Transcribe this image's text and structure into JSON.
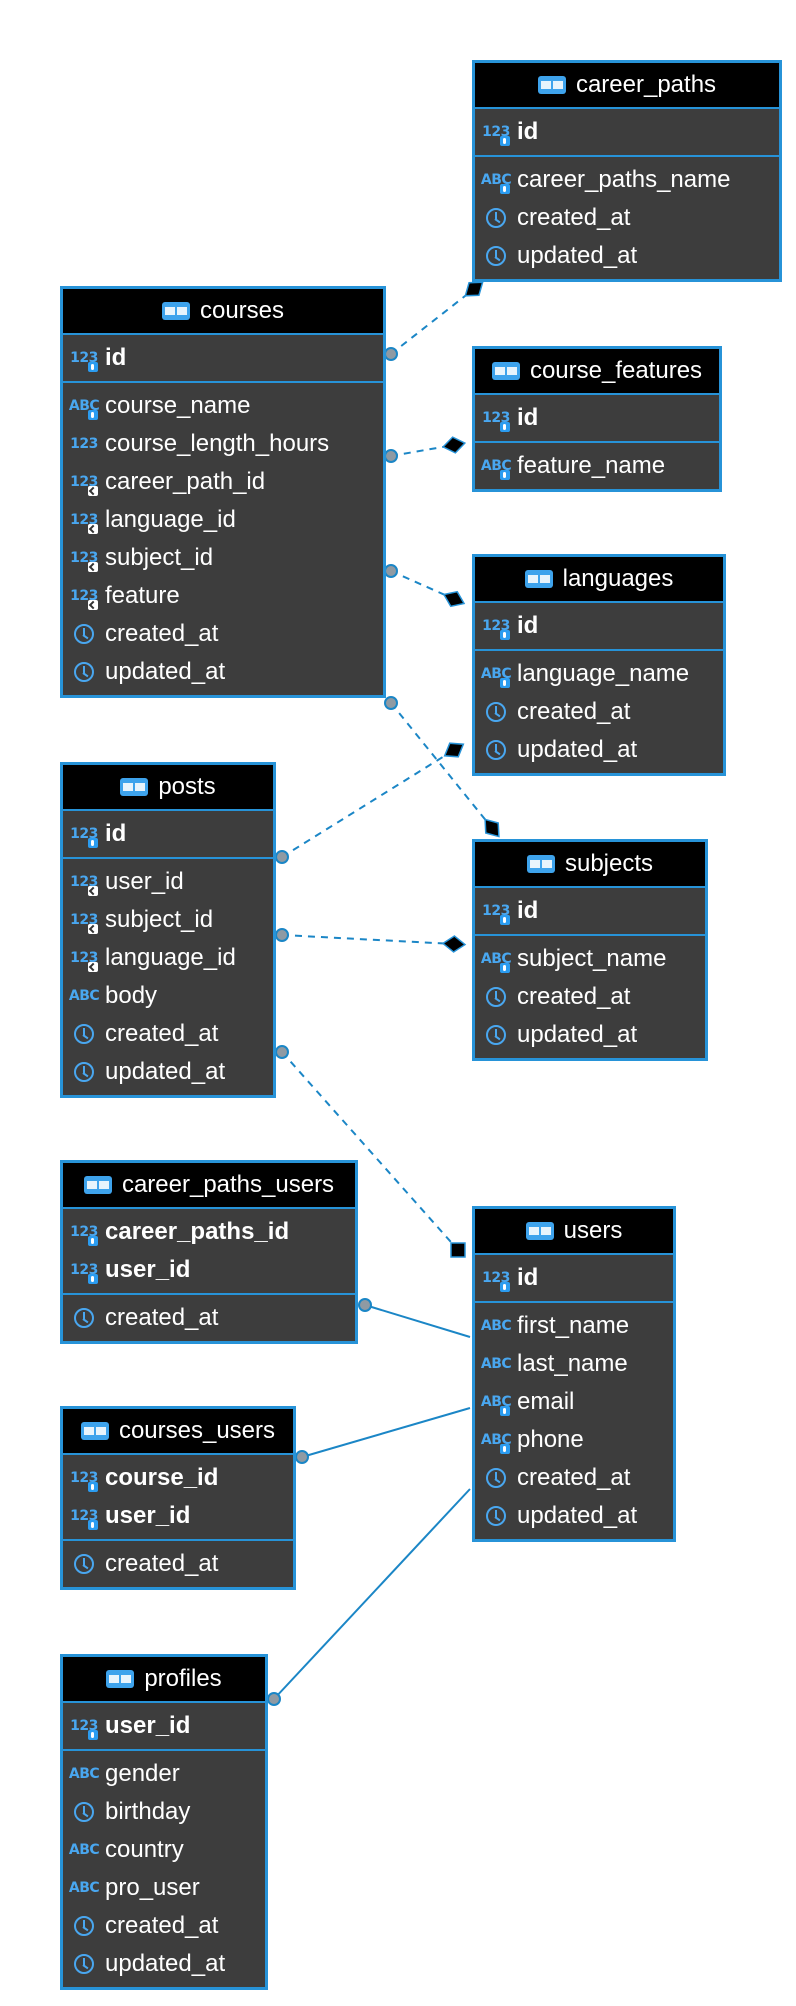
{
  "theme": {
    "line": "#1b86c6",
    "border": "#2793d8",
    "body": "#3d3d3d",
    "header": "#000000",
    "icon": "#49a7f0"
  },
  "tables": [
    {
      "id": "career_paths",
      "name": "career_paths",
      "sections": [
        [
          {
            "name": "id",
            "type": "num",
            "badge": "key",
            "bold": true
          }
        ],
        [
          {
            "name": "career_paths_name",
            "type": "text",
            "badge": "key"
          },
          {
            "name": "created_at",
            "type": "time"
          },
          {
            "name": "updated_at",
            "type": "time"
          }
        ]
      ]
    },
    {
      "id": "courses",
      "name": "courses",
      "sections": [
        [
          {
            "name": "id",
            "type": "num",
            "badge": "key",
            "bold": true
          }
        ],
        [
          {
            "name": "course_name",
            "type": "text",
            "badge": "key"
          },
          {
            "name": "course_length_hours",
            "type": "num"
          },
          {
            "name": "career_path_id",
            "type": "num",
            "badge": "fk"
          },
          {
            "name": "language_id",
            "type": "num",
            "badge": "fk"
          },
          {
            "name": "subject_id",
            "type": "num",
            "badge": "fk"
          },
          {
            "name": "feature",
            "type": "num",
            "badge": "fk"
          },
          {
            "name": "created_at",
            "type": "time"
          },
          {
            "name": "updated_at",
            "type": "time"
          }
        ]
      ]
    },
    {
      "id": "course_features",
      "name": "course_features",
      "sections": [
        [
          {
            "name": "id",
            "type": "num",
            "badge": "key",
            "bold": true
          }
        ],
        [
          {
            "name": "feature_name",
            "type": "text",
            "badge": "key"
          }
        ]
      ]
    },
    {
      "id": "languages",
      "name": "languages",
      "sections": [
        [
          {
            "name": "id",
            "type": "num",
            "badge": "key",
            "bold": true
          }
        ],
        [
          {
            "name": "language_name",
            "type": "text",
            "badge": "key"
          },
          {
            "name": "created_at",
            "type": "time"
          },
          {
            "name": "updated_at",
            "type": "time"
          }
        ]
      ]
    },
    {
      "id": "posts",
      "name": "posts",
      "sections": [
        [
          {
            "name": "id",
            "type": "num",
            "badge": "key",
            "bold": true
          }
        ],
        [
          {
            "name": "user_id",
            "type": "num",
            "badge": "fk"
          },
          {
            "name": "subject_id",
            "type": "num",
            "badge": "fk"
          },
          {
            "name": "language_id",
            "type": "num",
            "badge": "fk"
          },
          {
            "name": "body",
            "type": "text"
          },
          {
            "name": "created_at",
            "type": "time"
          },
          {
            "name": "updated_at",
            "type": "time"
          }
        ]
      ]
    },
    {
      "id": "subjects",
      "name": "subjects",
      "sections": [
        [
          {
            "name": "id",
            "type": "num",
            "badge": "key",
            "bold": true
          }
        ],
        [
          {
            "name": "subject_name",
            "type": "text",
            "badge": "key"
          },
          {
            "name": "created_at",
            "type": "time"
          },
          {
            "name": "updated_at",
            "type": "time"
          }
        ]
      ]
    },
    {
      "id": "career_paths_users",
      "name": "career_paths_users",
      "sections": [
        [
          {
            "name": "career_paths_id",
            "type": "num",
            "badge": "key",
            "bold": true
          },
          {
            "name": "user_id",
            "type": "num",
            "badge": "key",
            "bold": true
          }
        ],
        [
          {
            "name": "created_at",
            "type": "time"
          }
        ]
      ]
    },
    {
      "id": "users",
      "name": "users",
      "sections": [
        [
          {
            "name": "id",
            "type": "num",
            "badge": "key",
            "bold": true
          }
        ],
        [
          {
            "name": "first_name",
            "type": "text"
          },
          {
            "name": "last_name",
            "type": "text"
          },
          {
            "name": "email",
            "type": "text",
            "badge": "key"
          },
          {
            "name": "phone",
            "type": "text",
            "badge": "key"
          },
          {
            "name": "created_at",
            "type": "time"
          },
          {
            "name": "updated_at",
            "type": "time"
          }
        ]
      ]
    },
    {
      "id": "courses_users",
      "name": "courses_users",
      "sections": [
        [
          {
            "name": "course_id",
            "type": "num",
            "badge": "key",
            "bold": true
          },
          {
            "name": "user_id",
            "type": "num",
            "badge": "key",
            "bold": true
          }
        ],
        [
          {
            "name": "created_at",
            "type": "time"
          }
        ]
      ]
    },
    {
      "id": "profiles",
      "name": "profiles",
      "sections": [
        [
          {
            "name": "user_id",
            "type": "num",
            "badge": "key",
            "bold": true
          }
        ],
        [
          {
            "name": "gender",
            "type": "text"
          },
          {
            "name": "birthday",
            "type": "time"
          },
          {
            "name": "country",
            "type": "text"
          },
          {
            "name": "pro_user",
            "type": "text"
          },
          {
            "name": "created_at",
            "type": "time"
          },
          {
            "name": "updated_at",
            "type": "time"
          }
        ]
      ]
    }
  ],
  "relations": [
    {
      "from": "courses",
      "to": "career_paths",
      "style": "dashed",
      "end": "diamond"
    },
    {
      "from": "courses",
      "to": "course_features",
      "style": "dashed",
      "end": "diamond"
    },
    {
      "from": "courses",
      "to": "languages",
      "style": "dashed",
      "end": "diamond"
    },
    {
      "from": "courses",
      "to": "subjects",
      "style": "dashed",
      "end": "diamond"
    },
    {
      "from": "posts",
      "to": "languages",
      "style": "dashed",
      "end": "diamond"
    },
    {
      "from": "posts",
      "to": "subjects",
      "style": "dashed",
      "end": "diamond"
    },
    {
      "from": "posts",
      "to": "users",
      "style": "dashed",
      "end": "square"
    },
    {
      "from": "career_paths_users",
      "to": "users",
      "style": "solid",
      "end": "none"
    },
    {
      "from": "courses_users",
      "to": "users",
      "style": "solid",
      "end": "none"
    },
    {
      "from": "profiles",
      "to": "users",
      "style": "solid",
      "end": "none"
    }
  ]
}
